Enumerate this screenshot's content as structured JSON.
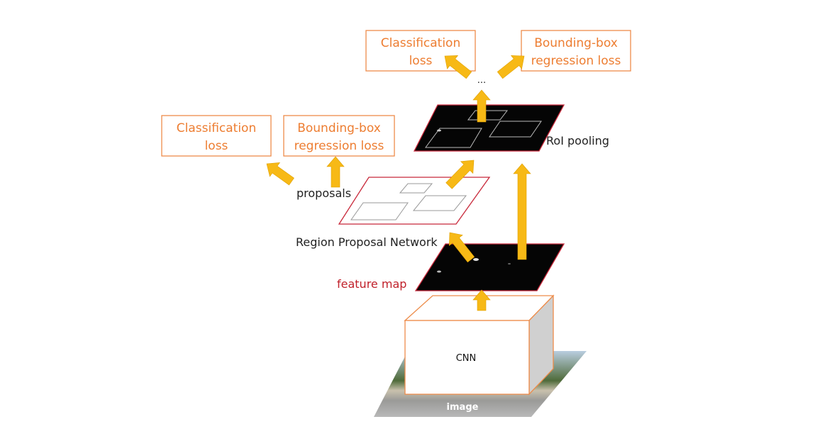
{
  "diagram": {
    "top_losses": {
      "classification": [
        "Classification",
        "loss"
      ],
      "bbox_regression": [
        "Bounding-box",
        "regression loss"
      ],
      "ellipsis": "..."
    },
    "rpn_losses": {
      "classification": [
        "Classification",
        "loss"
      ],
      "bbox_regression": [
        "Bounding-box",
        "regression loss"
      ]
    },
    "labels": {
      "roi_pooling": "RoI pooling",
      "proposals": "proposals",
      "rpn": "Region Proposal Network",
      "feature_map": "feature map",
      "cnn": "CNN",
      "image": "image"
    },
    "colors": {
      "arrow": "#f7b916",
      "loss_text": "#ed7d31",
      "feature_map_label": "#c0202a",
      "plane_outline": "#c8283a"
    }
  }
}
